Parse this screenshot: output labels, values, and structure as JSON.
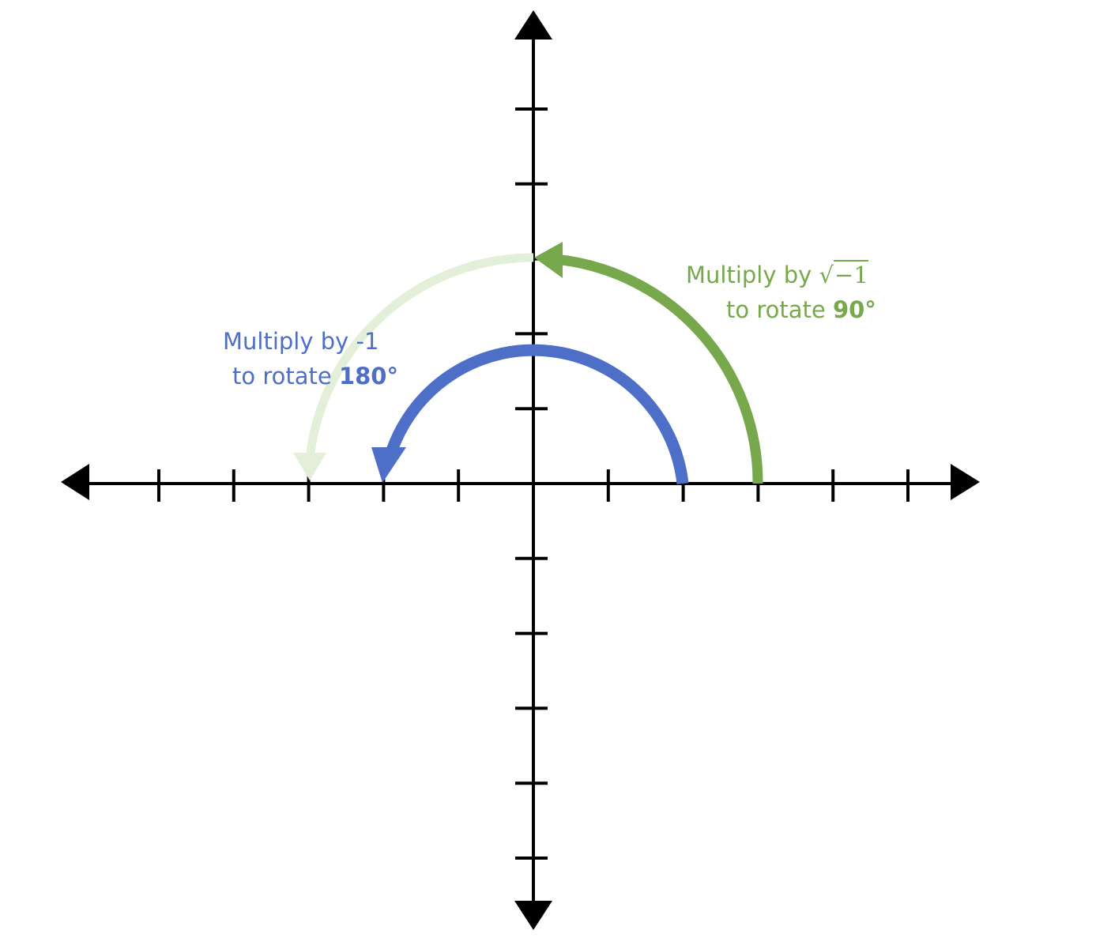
{
  "colors": {
    "axis": "#000000",
    "blue": "#4e6fc7",
    "green": "#77a84b",
    "green_faded": "#e3efd8"
  },
  "labels": {
    "blue": {
      "line1": "Multiply by -1",
      "line2_prefix": "to rotate ",
      "line2_bold": "180°"
    },
    "green": {
      "line1_prefix": "Multiply by ",
      "sqrt_sign": "√",
      "radicand": "−1",
      "line2_prefix": "to rotate ",
      "line2_bold": "90°"
    }
  },
  "axes": {
    "x_ticks": [
      -5,
      -4,
      -3,
      -2,
      -1,
      1,
      2,
      3,
      4,
      5
    ],
    "y_ticks": [
      -5,
      -4,
      -3,
      -2,
      -1,
      1,
      2,
      3,
      4,
      5
    ]
  }
}
